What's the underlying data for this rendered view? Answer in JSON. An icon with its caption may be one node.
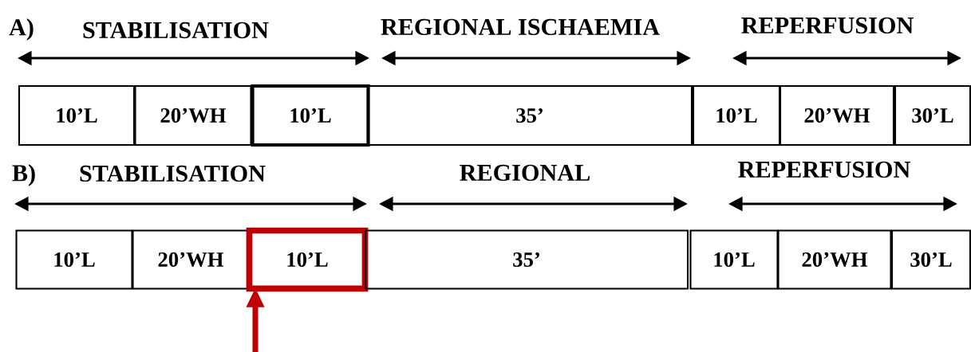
{
  "diagram": {
    "nodes": [
      {
        "text": [
          "10’L"
        ]
      },
      {
        "text": [
          "20’WH"
        ]
      },
      {
        "text": [
          "10’L"
        ]
      },
      {
        "text": [
          "35’"
        ]
      },
      {
        "text": [
          "10’L"
        ]
      },
      {
        "text": [
          "20’WH"
        ]
      },
      {
        "text": [
          "30’L"
        ]
      },
      {
        "text": [
          "10’L"
        ]
      },
      {
        "text": [
          "20’WH"
        ]
      },
      {
        "text": [
          "10’L"
        ]
      },
      {
        "text": [
          "35’"
        ]
      },
      {
        "text": [
          "10’L"
        ]
      },
      {
        "text": [
          "20’WH"
        ]
      },
      {
        "text": [
          "30’L"
        ]
      }
    ],
    "edges": [
      {
        "from": null,
        "to": 9,
        "arrow": "to",
        "color": "#c00000"
      }
    ],
    "labels": [
      "A)",
      "STABILISATION",
      "REGIONAL ISCHAEMIA",
      "REPERFUSION",
      "B)",
      "STABILISATION",
      "REGIONAL",
      "REPERFUSION"
    ]
  }
}
